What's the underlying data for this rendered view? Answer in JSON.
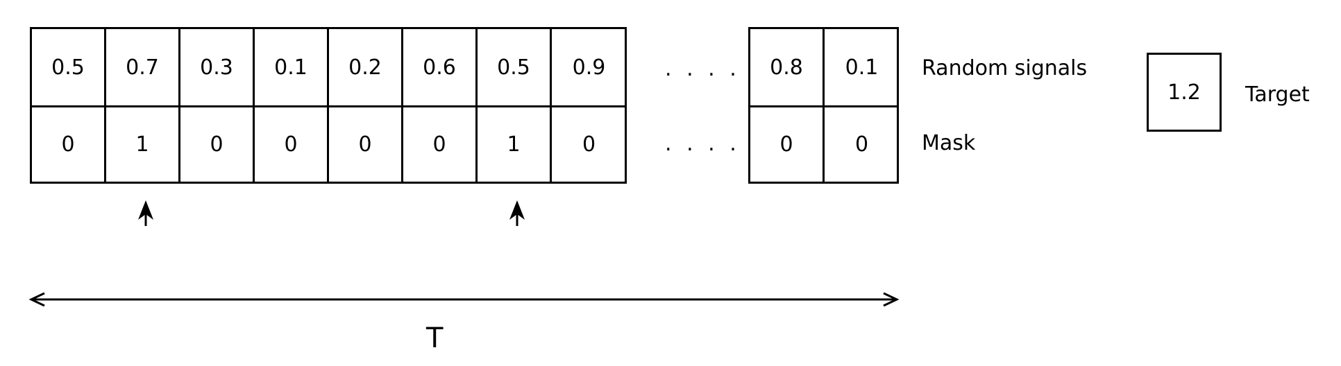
{
  "signals": [
    "0.5",
    "0.7",
    "0.3",
    "0.1",
    "0.2",
    "0.6",
    "0.5",
    "0.9"
  ],
  "mask": [
    "0",
    "1",
    "0",
    "0",
    "0",
    "0",
    "1",
    "0"
  ],
  "tail_signals": [
    "0.8",
    "0.1"
  ],
  "tail_mask": [
    "0",
    "0"
  ],
  "ellipsis": ". . . .",
  "labels": {
    "random_signals": "Random signals",
    "mask": "Mask",
    "target": "Target",
    "T": "T"
  },
  "target_value": "1.2"
}
